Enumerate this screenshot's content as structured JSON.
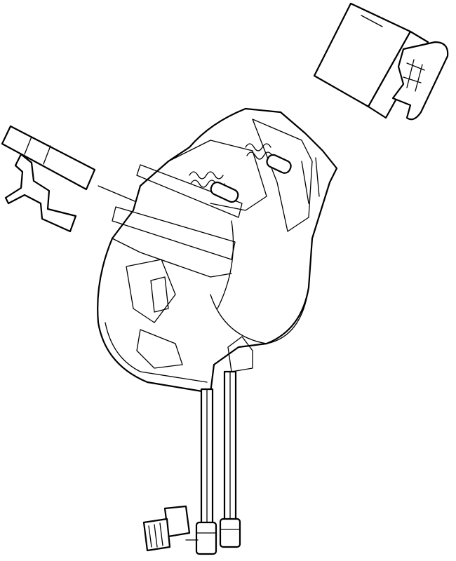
{
  "diagram": {
    "style": "exploded-view line drawing",
    "colors": {
      "line": "#000000",
      "background": "#ffffff"
    },
    "parts": [
      "top-right-clip",
      "left-clip",
      "main-housing",
      "spring-assembly",
      "rods",
      "bottom-connectors"
    ]
  }
}
